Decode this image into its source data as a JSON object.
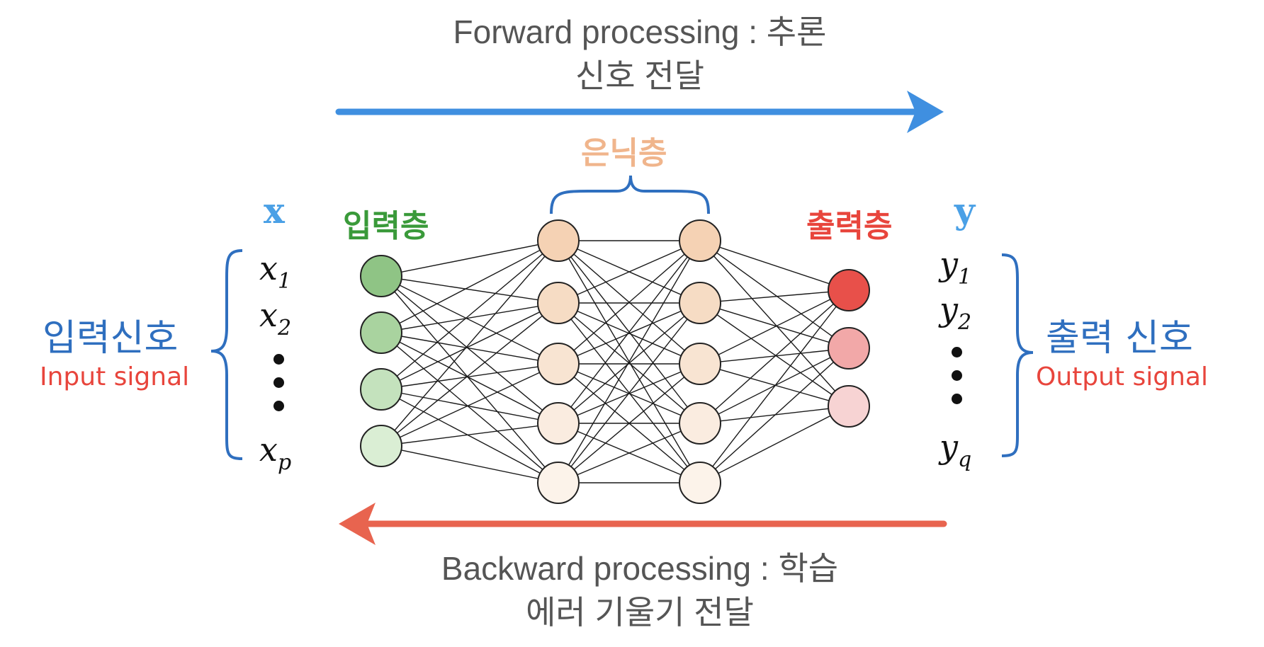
{
  "forward": {
    "line1": "Forward processing : 추론",
    "line2": "신호 전달"
  },
  "backward": {
    "line1": "Backward processing : 학습",
    "line2": "에러 기울기 전달"
  },
  "layers": {
    "input": "입력층",
    "hidden": "은닉층",
    "output": "출력층"
  },
  "vectors": {
    "x": "x",
    "y": "y"
  },
  "input_signal": {
    "ko": "입력신호",
    "en": "Input signal"
  },
  "output_signal": {
    "ko": "출력 신호",
    "en": "Output signal"
  },
  "x_items": [
    {
      "base": "x",
      "sub": "1"
    },
    {
      "base": "x",
      "sub": "2"
    },
    {
      "base": "x",
      "sub": "p"
    }
  ],
  "y_items": [
    {
      "base": "y",
      "sub": "1"
    },
    {
      "base": "y",
      "sub": "2"
    },
    {
      "base": "y",
      "sub": "q"
    }
  ],
  "colors": {
    "forward_arrow": "#3f8fe0",
    "backward_arrow": "#e8644f",
    "input_layer_label": "#3a9a3a",
    "hidden_layer_label": "#f0b58c",
    "output_layer_label": "#e8453c",
    "brace": "#2f6fbf",
    "input_nodes": [
      "#8fc485",
      "#a9d39f",
      "#c4e2bd",
      "#daeed4"
    ],
    "hidden_nodes": [
      "#f5d2b4",
      "#f6dcc4",
      "#f8e4d2",
      "#faece0",
      "#fcf3ea"
    ],
    "output_nodes": [
      "#e8504a",
      "#f2a8a8",
      "#f7d3d3"
    ]
  }
}
